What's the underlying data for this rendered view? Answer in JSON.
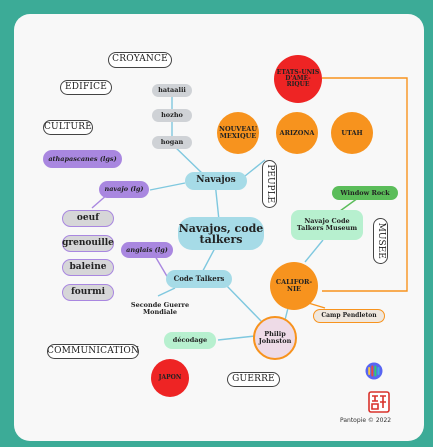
{
  "tags": {
    "croyance": "CROYANCE",
    "edifice": "EDIFICE",
    "culture": "CULTURE",
    "peuple": "PEUPLE",
    "musee": "MUSEE",
    "communication": "COMMUNICATION",
    "guerre": "GUERRE"
  },
  "nodes": {
    "center": "Navajos, code talkers",
    "navajos": "Navajos",
    "code_talkers": "Code Talkers",
    "hataalii": "hataalii",
    "hozho": "hozho",
    "hogan": "hogan",
    "athapascanes": "athapascanes (lgs)",
    "navajo_lg": "navajo (lg)",
    "anglais_lg": "anglais (lg)",
    "oeuf": "oeuf",
    "grenouille": "grenouille",
    "baleine": "baleine",
    "fourmi": "fourmi",
    "seconde_guerre": "Seconde Guerre Mondiale",
    "nouveau_mexique": "NOUVEAU MEXIQUE",
    "arizona": "ARIZONA",
    "utah": "UTAH",
    "etats_unis": "ETATS-UNIS D'AMÉ-RIQUE",
    "window_rock": "Window Rock",
    "museum": "Navajo Code Talkers Museum",
    "californie": "CALIFOR-NIE",
    "camp_pendleton": "Camp Pendleton",
    "philip_johnston": "Philip Johnston",
    "decodage": "décodage",
    "japon": "JAPON"
  },
  "credit": "Pantopie © 2022",
  "colors": {
    "background": "#3cab97",
    "card": "#f8f8f8",
    "blue": "#a6dbe7",
    "orange": "#f7931e",
    "red": "#ee2424",
    "purple": "#a987e0",
    "grey": "#cfd2d6",
    "mint": "#b7f0cf",
    "green": "#5bbd5a",
    "link_blue": "#7fc8df",
    "link_orange": "#f7931e",
    "link_purple": "#a987e0"
  },
  "icons": [
    "pantopie-logo-icon",
    "pantopie-stamp-icon"
  ]
}
